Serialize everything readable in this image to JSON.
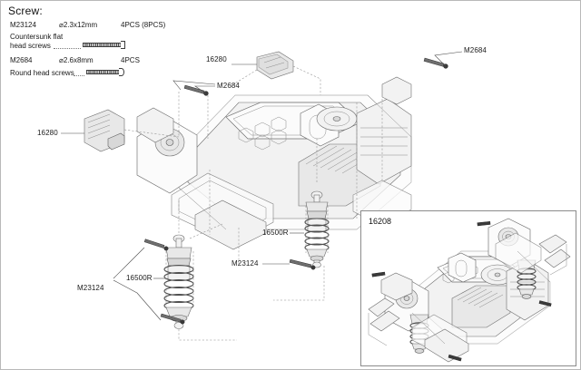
{
  "document": {
    "type": "exploded-assembly-diagram",
    "subject": "RC car chassis shock absorber and bumper installation"
  },
  "legend": {
    "title": "Screw:",
    "rows": [
      {
        "code": "M23124",
        "spec": "⌀2.3x12mm",
        "qty": "4PCS (8PCS)",
        "desc_line1": "Countersunk flat",
        "desc_line2": "head screws",
        "icon": "countersunk-flat-head-screw-icon"
      },
      {
        "code": "M2684",
        "spec": "⌀2.6x8mm",
        "qty": "4PCS",
        "desc_line1": "Round head screws",
        "desc_line2": "",
        "icon": "round-head-screw-icon"
      }
    ]
  },
  "callouts": [
    {
      "id": "c1",
      "text": "16280",
      "part": "bumper-front"
    },
    {
      "id": "c2",
      "text": "16280",
      "part": "bumper-rear"
    },
    {
      "id": "c3",
      "text": "M2684",
      "part": "round-head-screw"
    },
    {
      "id": "c4",
      "text": "M2684",
      "part": "round-head-screw"
    },
    {
      "id": "c5",
      "text": "16500R",
      "part": "shock-absorber-rear"
    },
    {
      "id": "c6",
      "text": "16500R",
      "part": "shock-absorber-front"
    },
    {
      "id": "c7",
      "text": "M23124",
      "part": "countersunk-screw"
    },
    {
      "id": "c8",
      "text": "M23124",
      "part": "countersunk-screw"
    }
  ],
  "inset": {
    "label": "16208",
    "caption_part": "assembled-chassis-view"
  },
  "colors": {
    "line": "#5a5a5a",
    "dashed": "#8c8c8c",
    "text": "#1a1a1a",
    "panel_border": "#8b8b8b",
    "page_border": "#b9b9b9",
    "fill_light": "#fbfbfb",
    "fill_mid": "#e8e8e8",
    "fill_dark": "#3a3a3a"
  }
}
